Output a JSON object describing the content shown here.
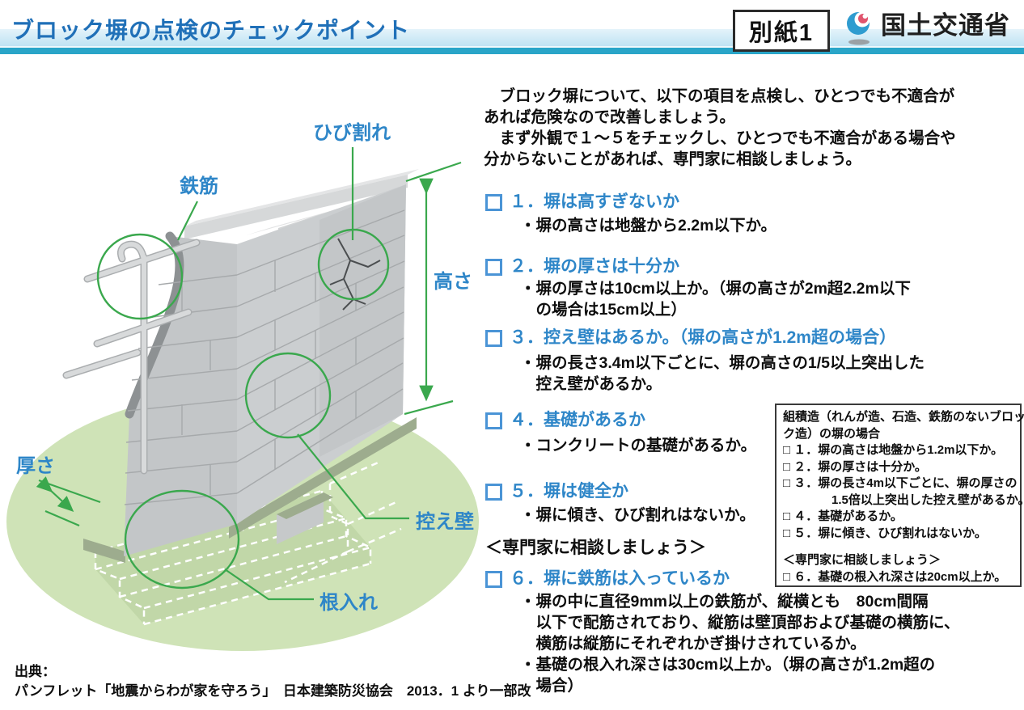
{
  "header": {
    "title": "ブロック塀の点検のチェックポイント",
    "badge": "別紙1",
    "agency": "国土交通省"
  },
  "intro": {
    "lines": [
      "　ブロック塀について、以下の項目を点検し、ひとつでも不適合が",
      "あれば危険なので改善しましょう。",
      "　まず外観で１～５をチェックし、ひとつでも不適合がある場合や",
      "分からないことがあれば、専門家に相談しましょう。"
    ]
  },
  "checklist": {
    "items": [
      {
        "heading": "１．塀は高すぎないか",
        "bullets": [
          "・塀の高さは地盤から2.2m以下か。"
        ]
      },
      {
        "heading": "２．塀の厚さは十分か",
        "bullets": [
          "・塀の厚さは10cm以上か。（塀の高さが2m超2.2m以下",
          "　の場合は15cm以上）"
        ]
      },
      {
        "heading": "３．控え壁はあるか。（塀の高さが1.2m超の場合）",
        "bullets": [
          "・塀の長さ3.4m以下ごとに、塀の高さの1/5以上突出した",
          "　控え壁があるか。"
        ]
      },
      {
        "heading": "４．基礎があるか",
        "bullets": [
          "・コンクリートの基礎があるか。"
        ]
      },
      {
        "heading": "５．塀は健全か",
        "bullets": [
          "・塀に傾き、ひび割れはないか。"
        ]
      },
      {
        "heading": "６．塀に鉄筋は入っているか",
        "bullets": [
          "・塀の中に直径9mm以上の鉄筋が、縦横とも　80cm間隔",
          "　以下で配筋されており、縦筋は壁頂部および基礎の横筋に、",
          "　横筋は縦筋にそれぞれかぎ掛けされているか。",
          "・基礎の根入れ深さは30cm以上か。（塀の高さが1.2m超の",
          "　場合）"
        ]
      }
    ],
    "consult": "＜専門家に相談しましょう＞"
  },
  "masonry_box": {
    "title_lines": [
      "組積造（れんが造、石造、鉄筋のないブロッ",
      "ク造）の塀の場合"
    ],
    "lines": [
      "□ １．塀の高さは地盤から1.2m以下か。",
      "□ ２．塀の厚さは十分か。",
      "□ ３．塀の長さ4m以下ごとに、塀の厚さの",
      "　　　　1.5倍以上突出した控え壁があるか。",
      "□ ４．基礎があるか。",
      "□ ５．塀に傾き、ひび割れはないか。",
      "",
      "＜専門家に相談しましょう＞",
      "□ ６．基礎の根入れ深さは20cm以上か。"
    ]
  },
  "diagram": {
    "labels": {
      "crack": "ひび割れ",
      "rebar": "鉄筋",
      "height": "高さ",
      "thickness": "厚さ",
      "buttress": "控え壁",
      "embedment": "根入れ"
    }
  },
  "source": {
    "label": "出典：",
    "text": "パンフレット「地震からわが家を守ろう」　日本建築防災協会　2013．1 より一部改"
  },
  "colors": {
    "title_blue": "#2070b8",
    "heading_blue": "#2e86c8",
    "teal_stripe": "#29a5c8",
    "annotation_green": "#3aa84d",
    "ground_green": "#cfe3b7"
  }
}
